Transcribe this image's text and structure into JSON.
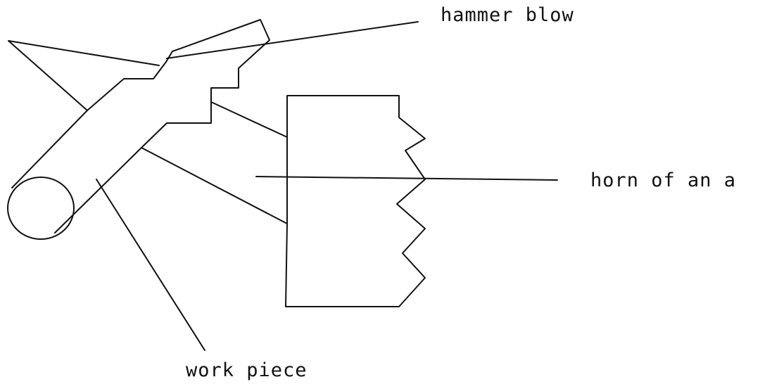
{
  "labels": {
    "hammer": "hammer blow",
    "horn": "horn of an a",
    "workpiece": "work piece"
  },
  "colors": {
    "ink": "#111111",
    "background": "#ffffff"
  }
}
